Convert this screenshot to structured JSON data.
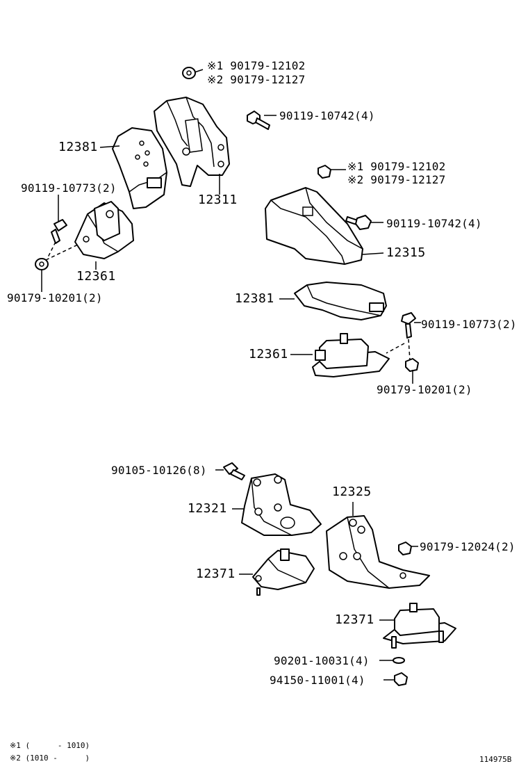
{
  "diagram": {
    "callouts": {
      "c01": "※1 90179-12102",
      "c02": "※2 90179-12127",
      "c03": "90119-10742(4)",
      "c04": "12381",
      "c05": "12311",
      "c06": "90119-10773(2)",
      "c07": "12361",
      "c08": "90179-10201(2)",
      "c09": "※1 90179-12102",
      "c10": "※2 90179-12127",
      "c11": "90119-10742(4)",
      "c12": "12315",
      "c13": "12381",
      "c14": "90119-10773(2)",
      "c15": "12361",
      "c16": "90179-10201(2)",
      "c17": "90105-10126(8)",
      "c18": "12321",
      "c19": "12325",
      "c20": "90179-12024(2)",
      "c21": "12371",
      "c22": "12371",
      "c23": "90201-10031(4)",
      "c24": "94150-11001(4)"
    },
    "footnotes": {
      "note1": "※1 (      - 1010)",
      "note2": "※2 (1010 -      )"
    },
    "figure_id": "114975B"
  }
}
